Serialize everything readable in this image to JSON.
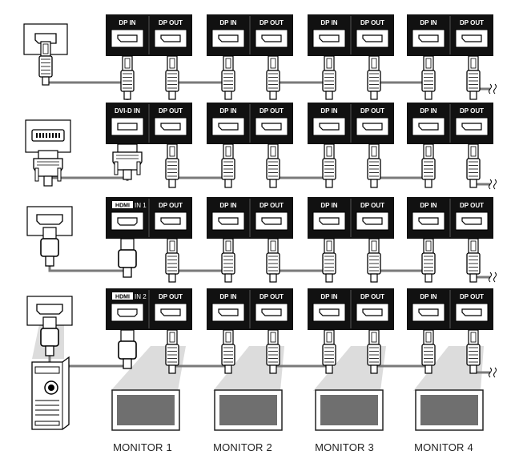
{
  "port_labels": {
    "dp_in": "DP IN",
    "dp_out": "DP OUT",
    "dvi_in": "DVI-D IN",
    "hdmi1_brand": "HDMI",
    "hdmi1_suffix": "IN 1",
    "hdmi2_brand": "HDMI",
    "hdmi2_suffix": "IN 2"
  },
  "rows": [
    {
      "source": "DisplayPort",
      "first_input": "dp_in"
    },
    {
      "source": "DVI-D",
      "first_input": "dvi_in"
    },
    {
      "source": "HDMI",
      "first_input": "hdmi1"
    },
    {
      "source": "HDMI",
      "first_input": "hdmi2"
    }
  ],
  "monitors": [
    {
      "label": "MONITOR 1"
    },
    {
      "label": "MONITOR 2"
    },
    {
      "label": "MONITOR 3"
    },
    {
      "label": "MONITOR 4"
    }
  ],
  "colors": {
    "panel": "#111111",
    "line": "#000000",
    "cable": "#7a7a7a",
    "cone": "#d6d6d6",
    "screen": "#6f6f6f"
  }
}
